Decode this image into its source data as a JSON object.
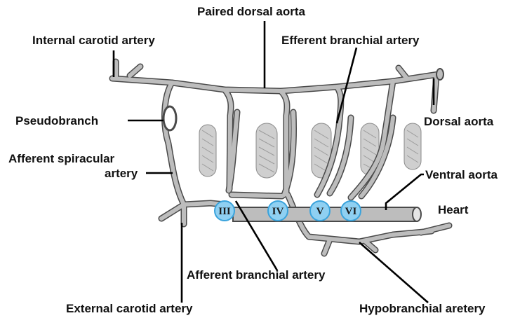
{
  "labels": {
    "paired_dorsal_aorta": "Paired dorsal aorta",
    "internal_carotid_artery": "Internal carotid artery",
    "efferent_branchial_artery": "Efferent branchial artery",
    "pseudobranch": "Pseudobranch",
    "dorsal_aorta": "Dorsal aorta",
    "afferent_spiracular_artery_line1": "Afferent spiracular",
    "afferent_spiracular_artery_line2": "artery",
    "ventral_aorta": "Ventral aorta",
    "heart": "Heart",
    "afferent_branchial_artery": "Afferent branchial artery",
    "external_carotid_artery": "External carotid artery",
    "hypobranchial_artery": "Hypobranchial aretery"
  },
  "arch_numbers": [
    "III",
    "IV",
    "V",
    "VI"
  ],
  "colors": {
    "vessel_fill": "#bdbdbd",
    "vessel_outline": "#4a4a4a",
    "gill_fill": "#cfcfcf",
    "circle_fill": "#8fd0f2",
    "circle_stroke": "#3aa3dc",
    "leader_line": "#000000",
    "text": "#111111"
  }
}
